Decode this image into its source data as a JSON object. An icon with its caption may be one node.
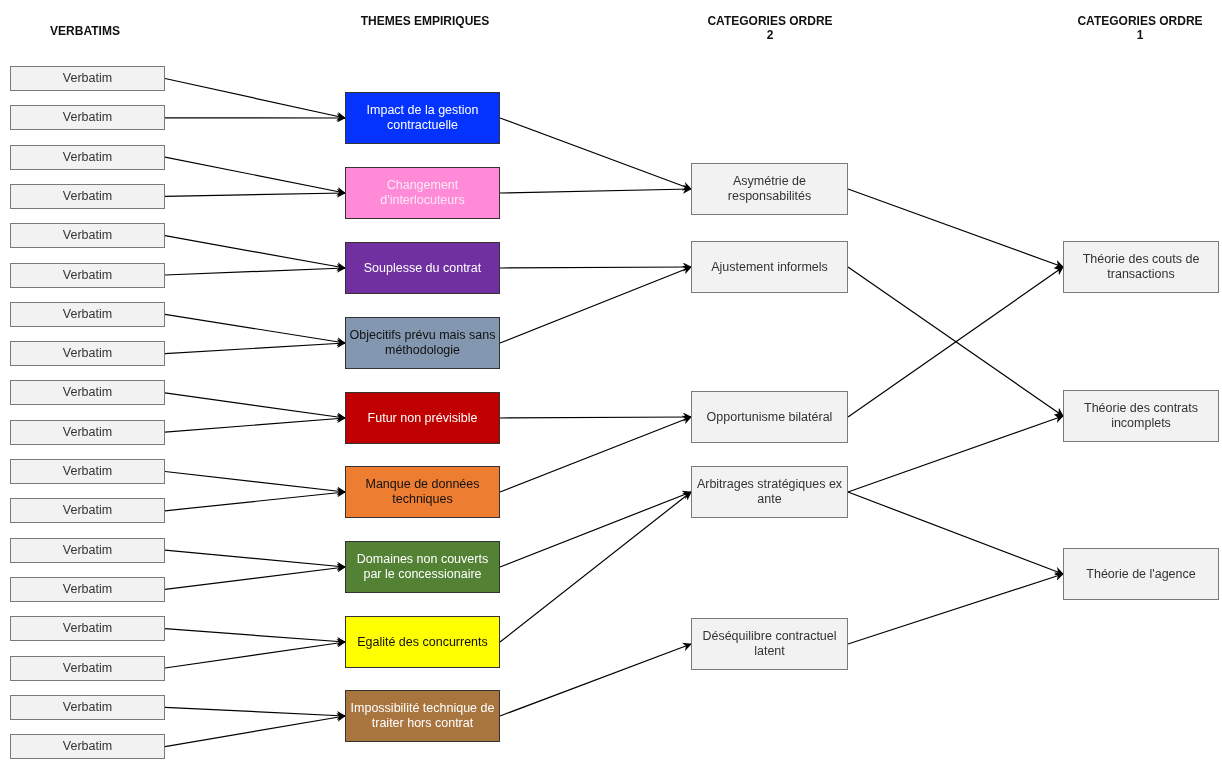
{
  "diagram": {
    "nodes": [
      {
        "text": [
          "Verbatim"
        ]
      },
      {
        "text": [
          "Verbatim"
        ]
      },
      {
        "text": [
          "Verbatim"
        ]
      },
      {
        "text": [
          "Verbatim"
        ]
      },
      {
        "text": [
          "Verbatim"
        ]
      },
      {
        "text": [
          "Verbatim"
        ]
      },
      {
        "text": [
          "Verbatim"
        ]
      },
      {
        "text": [
          "Verbatim"
        ]
      },
      {
        "text": [
          "Verbatim"
        ]
      },
      {
        "text": [
          "Verbatim"
        ]
      },
      {
        "text": [
          "Verbatim"
        ]
      },
      {
        "text": [
          "Verbatim"
        ]
      },
      {
        "text": [
          "Verbatim"
        ]
      },
      {
        "text": [
          "Verbatim"
        ]
      },
      {
        "text": [
          "Verbatim"
        ]
      },
      {
        "text": [
          "Verbatim"
        ]
      },
      {
        "text": [
          "Verbatim"
        ]
      },
      {
        "text": [
          "Verbatim"
        ]
      },
      {
        "text": [
          "Impact de la gestion contractuelle"
        ]
      },
      {
        "text": [
          "Changement d'interlocuteurs"
        ]
      },
      {
        "text": [
          "Souplesse du contrat"
        ]
      },
      {
        "text": [
          "Objecitifs prévu mais sans méthodologie"
        ]
      },
      {
        "text": [
          "Futur non prévisible"
        ]
      },
      {
        "text": [
          "Manque de données techniques"
        ]
      },
      {
        "text": [
          "Domaines non couverts par le concessionaire"
        ]
      },
      {
        "text": [
          "Egalité des concurrents"
        ]
      },
      {
        "text": [
          "Impossibilité technique de traiter hors contrat"
        ]
      },
      {
        "text": [
          "Asymétrie de responsabilités"
        ]
      },
      {
        "text": [
          "Ajustement informels"
        ]
      },
      {
        "text": [
          "Opportunisme bilatéral"
        ]
      },
      {
        "text": [
          "Arbitrages stratégiques ex ante"
        ]
      },
      {
        "text": [
          "Déséquilibre contractuel latent"
        ]
      },
      {
        "text": [
          "Théorie des couts de transactions"
        ]
      },
      {
        "text": [
          "Théorie des contrats incomplets"
        ]
      },
      {
        "text": [
          "Théorie de l'agence"
        ]
      }
    ],
    "edges": [
      {
        "from": 0,
        "to": 18,
        "arrow": "to"
      },
      {
        "from": 1,
        "to": 18,
        "arrow": "to"
      },
      {
        "from": 2,
        "to": 19,
        "arrow": "to"
      },
      {
        "from": 3,
        "to": 19,
        "arrow": "to"
      },
      {
        "from": 4,
        "to": 20,
        "arrow": "to"
      },
      {
        "from": 5,
        "to": 20,
        "arrow": "to"
      },
      {
        "from": 6,
        "to": 21,
        "arrow": "to"
      },
      {
        "from": 7,
        "to": 21,
        "arrow": "to"
      },
      {
        "from": 8,
        "to": 22,
        "arrow": "to"
      },
      {
        "from": 9,
        "to": 22,
        "arrow": "to"
      },
      {
        "from": 10,
        "to": 23,
        "arrow": "to"
      },
      {
        "from": 11,
        "to": 23,
        "arrow": "to"
      },
      {
        "from": 12,
        "to": 24,
        "arrow": "to"
      },
      {
        "from": 13,
        "to": 24,
        "arrow": "to"
      },
      {
        "from": 14,
        "to": 25,
        "arrow": "to"
      },
      {
        "from": 15,
        "to": 25,
        "arrow": "to"
      },
      {
        "from": 16,
        "to": 26,
        "arrow": "to"
      },
      {
        "from": 17,
        "to": 26,
        "arrow": "to"
      },
      {
        "from": 18,
        "to": 27,
        "arrow": "to"
      },
      {
        "from": 19,
        "to": 27,
        "arrow": "to"
      },
      {
        "from": 20,
        "to": 28,
        "arrow": "to"
      },
      {
        "from": 21,
        "to": 28,
        "arrow": "to"
      },
      {
        "from": 22,
        "to": 29,
        "arrow": "to"
      },
      {
        "from": 23,
        "to": 29,
        "arrow": "to"
      },
      {
        "from": 24,
        "to": 30,
        "arrow": "to"
      },
      {
        "from": 25,
        "to": 30,
        "arrow": "to"
      },
      {
        "from": 26,
        "to": 31,
        "arrow": "to"
      },
      {
        "from": 27,
        "to": 32,
        "arrow": "to"
      },
      {
        "from": 28,
        "to": 33,
        "arrow": "to"
      },
      {
        "from": 29,
        "to": 32,
        "arrow": "to"
      },
      {
        "from": 30,
        "to": 33,
        "arrow": "to"
      },
      {
        "from": 30,
        "to": 34,
        "arrow": "to"
      },
      {
        "from": 31,
        "to": 34,
        "arrow": "to"
      }
    ],
    "labels": [
      "VERBATIMS",
      "THEMES EMPIRIQUES",
      "CATEGORIES ORDRE 2",
      "CATEGORIES ORDRE 1"
    ]
  }
}
